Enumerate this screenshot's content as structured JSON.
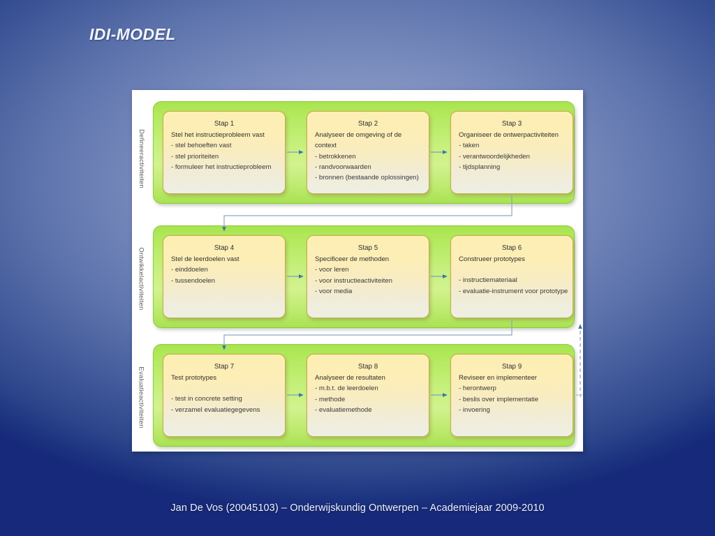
{
  "slide": {
    "title": "IDI-MODEL",
    "footer": "Jan De Vos (20045103) – Onderwijskundig Ontwerpen – Academiejaar 2009-2010",
    "background_color": "#3c5496",
    "title_color": "#f2f4fa"
  },
  "diagram": {
    "panel_color": "#ffffff",
    "band_color": "#b4ea5e",
    "box_color": "#fdeeb4",
    "arrow_color": "#4a7fb5",
    "phases": [
      {
        "label": "Defineeractiviteiten",
        "steps": [
          {
            "title": "Stap 1",
            "heading": "Stel het instructieprobleem vast",
            "gap_before_bullets": false,
            "bullets": [
              "- stel behoeften vast",
              "- stel prioriteiten",
              "- formuleer het instructieprobleem"
            ]
          },
          {
            "title": "Stap 2",
            "heading": "Analyseer de omgeving of de context",
            "gap_before_bullets": false,
            "bullets": [
              "- betrokkenen",
              "- randvoorwaarden",
              "- bronnen (bestaande oplossingen)"
            ]
          },
          {
            "title": "Stap 3",
            "heading": "Organiseer de ontwerpactiviteiten",
            "gap_before_bullets": false,
            "bullets": [
              "- taken",
              "- verantwoordelijkheden",
              "- tijdsplanning"
            ]
          }
        ]
      },
      {
        "label": "Ontwikkelactiviteiten",
        "steps": [
          {
            "title": "Stap 4",
            "heading": "Stel de leerdoelen vast",
            "gap_before_bullets": false,
            "bullets": [
              "- einddoelen",
              "- tussendoelen"
            ]
          },
          {
            "title": "Stap 5",
            "heading": "Specificeer de methoden",
            "gap_before_bullets": false,
            "bullets": [
              "- voor leren",
              "- voor instructieactiviteiten",
              "- voor media"
            ]
          },
          {
            "title": "Stap 6",
            "heading": "Construeer prototypes",
            "gap_before_bullets": true,
            "bullets": [
              "- instructiemateriaal",
              "- evaluatie-instrument voor prototype"
            ]
          }
        ]
      },
      {
        "label": "Evaluatieactiviteiten",
        "steps": [
          {
            "title": "Stap 7",
            "heading": "Test prototypes",
            "gap_before_bullets": true,
            "bullets": [
              "- test in concrete setting",
              "- verzamel evaluatiegegevens"
            ]
          },
          {
            "title": "Stap 8",
            "heading": "Analyseer de resultaten",
            "gap_before_bullets": false,
            "bullets": [
              "- m.b.t. de leerdoelen",
              "- methode",
              "- evaluatiemethode"
            ]
          },
          {
            "title": "Stap 9",
            "heading": "Reviseer en implementeer",
            "gap_before_bullets": false,
            "bullets": [
              "- herontwerp",
              "- beslis over implementatie",
              "- invoering"
            ]
          }
        ]
      }
    ]
  }
}
